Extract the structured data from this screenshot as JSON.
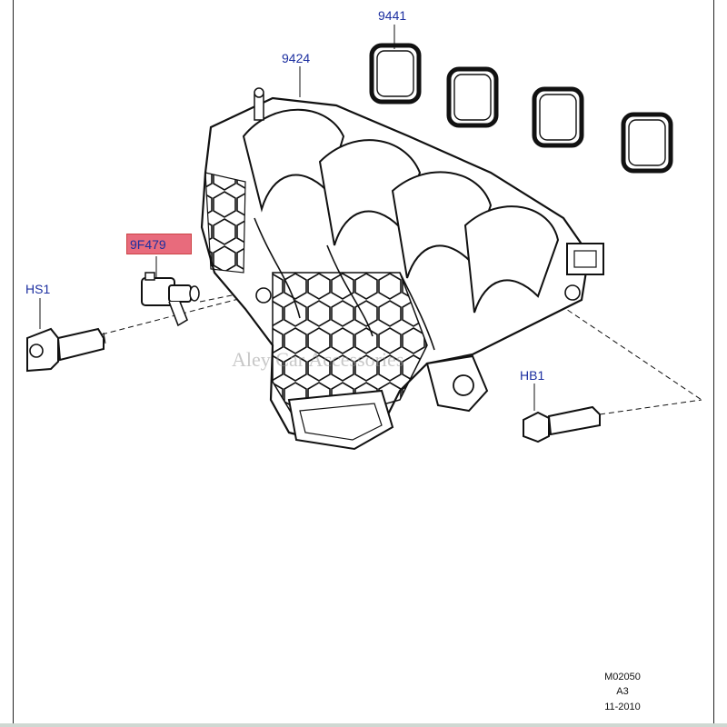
{
  "callouts": {
    "gasket": "9441",
    "manifold": "9424",
    "sensor": "9F479",
    "bolt_left": "HS1",
    "bolt_right": "HB1"
  },
  "watermark": "Aley Car Accessories",
  "drawing_code": {
    "id": "M02050",
    "rev": "A3",
    "date": "11-2010"
  },
  "colors": {
    "callout_text": "#1c2fa0",
    "highlight": "#e86b7c",
    "line": "#1a1a1a"
  }
}
